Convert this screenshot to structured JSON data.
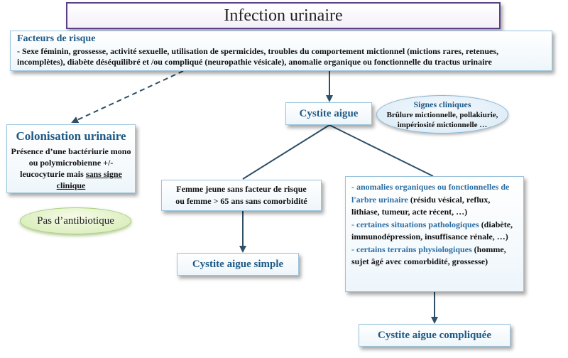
{
  "title": "Infection urinaire",
  "risk": {
    "title": "Facteurs de risque",
    "text": "- Sexe féminin, grossesse, activité sexuelle, utilisation de spermicides, troubles du comportement mictionnel (mictions rares, retenues, incomplètes), diabète déséquilibré et /ou compliqué (neuropathie vésicale), anomalie organique ou fonctionnelle du tractus urinaire"
  },
  "colonisation": {
    "title": "Colonisation urinaire",
    "text": "Présence d’une bactériurie mono ou polymicrobienne +/- leucocyturie mais",
    "underlined": "sans signe clinique"
  },
  "no_antibiotic": "Pas d’antibiotique",
  "cystite": "Cystite aigue",
  "signs": {
    "title": "Signes cliniques",
    "line1": "Brûlure mictionnelle, pollakiurie,",
    "line2": "impériosité mictionnelle …"
  },
  "femme": {
    "line1": "Femme jeune sans facteur de risque",
    "line2": "ou femme > 65 ans sans comorbidité"
  },
  "simple": "Cystite aigue simple",
  "factors": {
    "h1": "- anomalies organiques ou fonctionnelles de l'arbre urinaire",
    "t1": "(résidu vésical, reflux, lithiase, tumeur, acte récent, …)",
    "h2": "- certaines situations pathologiques",
    "t2": "(diabète, immunodépression, insuffisance rénale, …)",
    "h3": "- certains terrains physiologiques",
    "t3": "(homme, sujet âgé avec comorbidité, grossesse)"
  },
  "complique": "Cystite aigue compliquée",
  "colors": {
    "accent": "#1e5a86",
    "title_border": "#5c3f86",
    "connector": "#2f4f66"
  }
}
